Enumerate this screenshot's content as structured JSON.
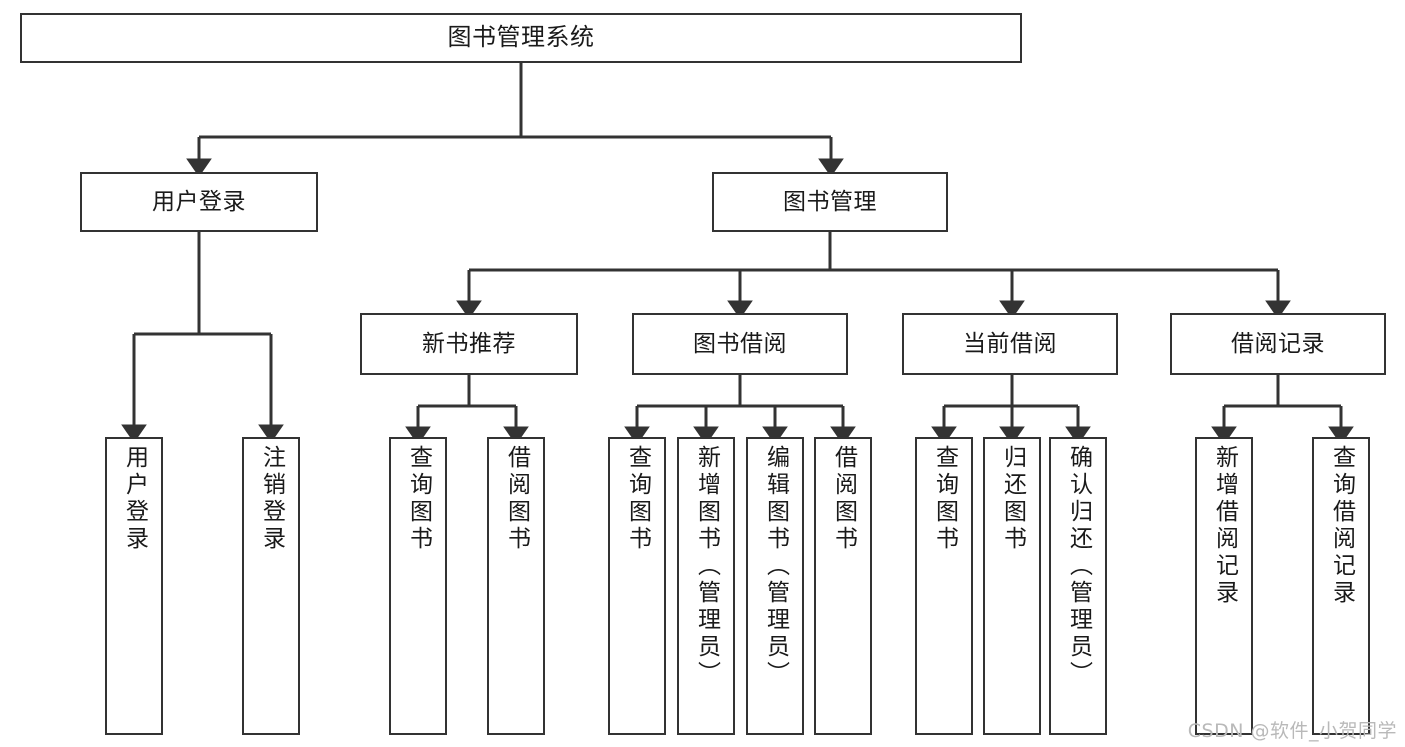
{
  "diagram": {
    "type": "tree-hierarchy-chart",
    "title": "图书管理系统",
    "edge_color": "#333333",
    "node_border_color": "#333333",
    "node_fill_color": "#ffffff",
    "text_color": "#1a1a1a",
    "watermark": "CSDN @软件_小贺同学",
    "levels": [
      {
        "level": 0,
        "nodes": [
          {
            "id": "root",
            "label": "图书管理系统"
          }
        ]
      },
      {
        "level": 1,
        "nodes": [
          {
            "id": "user-login",
            "label": "用户登录",
            "parent": "root"
          },
          {
            "id": "book-manage",
            "label": "图书管理",
            "parent": "root"
          }
        ]
      },
      {
        "level": 2,
        "nodes": [
          {
            "id": "new-book-rec",
            "label": "新书推荐",
            "parent": "book-manage"
          },
          {
            "id": "book-borrow",
            "label": "图书借阅",
            "parent": "book-manage"
          },
          {
            "id": "current-borrow",
            "label": "当前借阅",
            "parent": "book-manage"
          },
          {
            "id": "borrow-record",
            "label": "借阅记录",
            "parent": "book-manage"
          }
        ]
      },
      {
        "level": 3,
        "nodes": [
          {
            "id": "leaf-user-login",
            "label": "用户登录",
            "parent": "user-login"
          },
          {
            "id": "leaf-user-logout",
            "label": "注销登录",
            "parent": "user-login"
          },
          {
            "id": "leaf-query-book-1",
            "label": "查询图书",
            "parent": "new-book-rec"
          },
          {
            "id": "leaf-borrow-book-1",
            "label": "借阅图书",
            "parent": "new-book-rec"
          },
          {
            "id": "leaf-query-book-2",
            "label": "查询图书",
            "parent": "book-borrow"
          },
          {
            "id": "leaf-add-book",
            "label": "新增图书（管理员）",
            "parent": "book-borrow"
          },
          {
            "id": "leaf-edit-book",
            "label": "编辑图书（管理员）",
            "parent": "book-borrow"
          },
          {
            "id": "leaf-borrow-book-2",
            "label": "借阅图书",
            "parent": "book-borrow"
          },
          {
            "id": "leaf-query-book-3",
            "label": "查询图书",
            "parent": "current-borrow"
          },
          {
            "id": "leaf-return-book",
            "label": "归还图书",
            "parent": "current-borrow"
          },
          {
            "id": "leaf-confirm-return",
            "label": "确认归还（管理员）",
            "parent": "current-borrow"
          },
          {
            "id": "leaf-add-record",
            "label": "新增借阅记录",
            "parent": "borrow-record"
          },
          {
            "id": "leaf-query-record",
            "label": "查询借阅记录",
            "parent": "borrow-record"
          }
        ]
      }
    ]
  }
}
